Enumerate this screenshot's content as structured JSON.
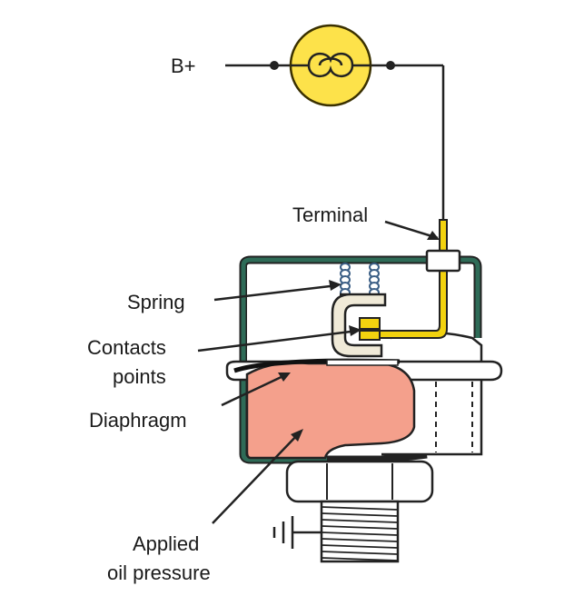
{
  "labels": {
    "supply": "B+",
    "terminal": "Terminal",
    "spring": "Spring",
    "contacts_line1": "Contacts",
    "contacts_line2": "points",
    "diaphragm": "Diaphragm",
    "oil_line1": "Applied",
    "oil_line2": "oil pressure"
  },
  "colors": {
    "lamp_fill": "#fde24a",
    "lamp_stroke": "#3a3000",
    "housing_border": "#2e6b57",
    "housing_fill": "#ffffff",
    "diaphragm_fill": "#f4a08c",
    "contact_fill": "#f2d20f",
    "bracket_fill": "#f0ead8",
    "spring_coil": "#3c5f86",
    "base_fill": "#ffffff",
    "wire": "#222222"
  },
  "icons": {
    "lamp": "filament-lamp-icon",
    "ground": "ground-symbol-icon"
  }
}
